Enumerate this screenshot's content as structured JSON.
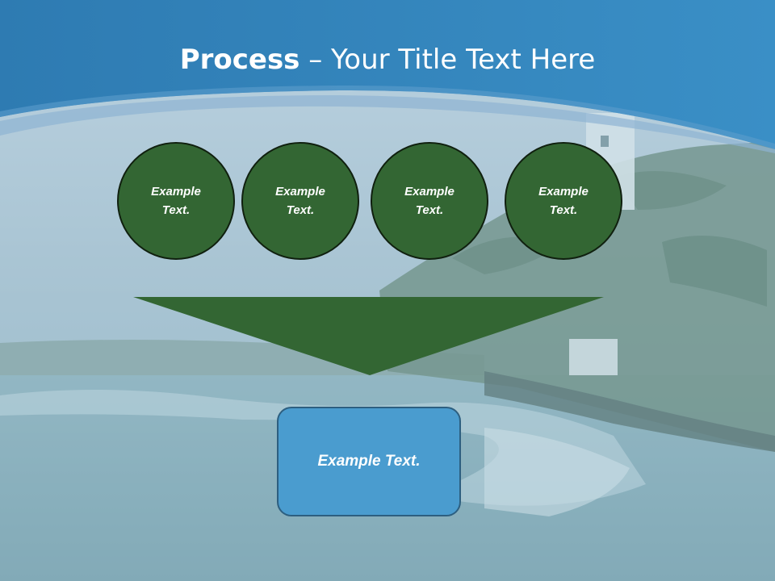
{
  "title": {
    "bold": "Process",
    "rest": " – Your Title Text Here"
  },
  "process": {
    "steps": [
      {
        "label": "Example Text."
      },
      {
        "label": "Example Text."
      },
      {
        "label": "Example Text."
      },
      {
        "label": "Example Text."
      }
    ],
    "result_label": "Example Text."
  },
  "colors": {
    "header_blue": "#2e7fb5",
    "circle_green": "#336633",
    "result_blue": "#4a9ccf"
  }
}
